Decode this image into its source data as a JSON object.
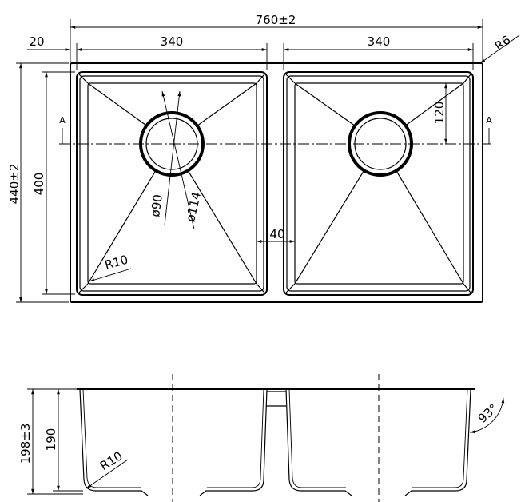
{
  "colors": {
    "line": "#000000",
    "background": "#ffffff"
  },
  "top_view": {
    "overall_width": "760±2",
    "flange_width": "20",
    "left_bowl_width": "340",
    "right_bowl_width": "340",
    "corner_radius": "R6",
    "overall_depth": "440±2",
    "bowl_depth": "400",
    "section_marker_left": "A",
    "section_marker_right": "A",
    "drain_offset": "120",
    "drain_inner_diameter": "ø90",
    "drain_outer_diameter": "ø114",
    "divider_width": "40",
    "bowl_corner_radius": "R10"
  },
  "side_view": {
    "overall_height": "198±3",
    "bowl_height": "190",
    "bottom_radius": "R10",
    "wall_angle": "93°"
  }
}
